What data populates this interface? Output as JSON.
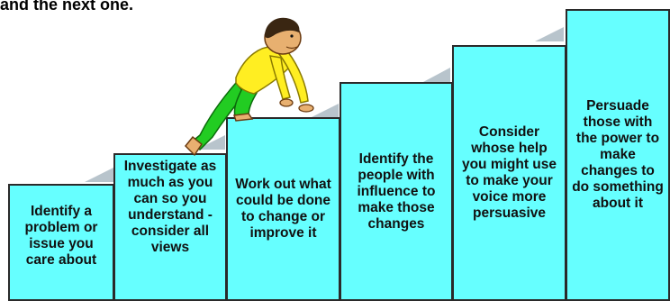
{
  "header_fragment": "and the next one.",
  "steps": [
    {
      "text": "Identify a problem or issue you care about"
    },
    {
      "text": "Investigate as much as you can so you understand - consider all views"
    },
    {
      "text": "Work out what could be done to change or improve it"
    },
    {
      "text": "Identify the people with influence to make those changes"
    },
    {
      "text": "Consider whose help you might use to make your voice more persuasive"
    },
    {
      "text": "Persuade those with the power to make changes to do something about it"
    }
  ],
  "colors": {
    "step_fill": "#66ffff",
    "step_border": "#2a2a2a",
    "tread": "#b8c4cc"
  }
}
